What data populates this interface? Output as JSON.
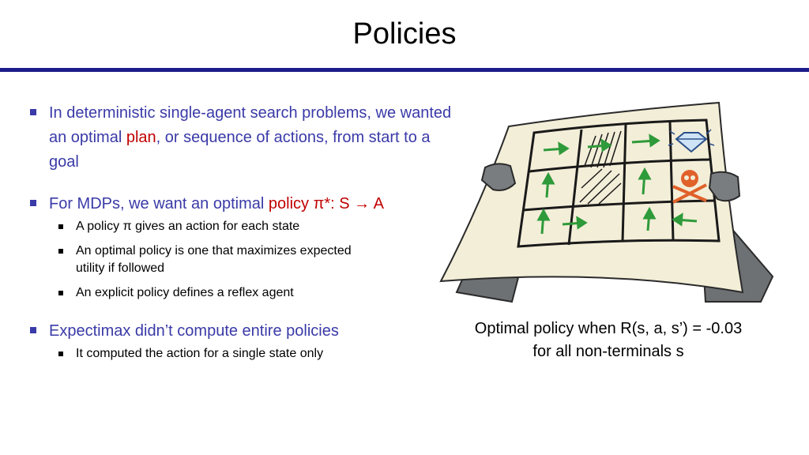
{
  "slide": {
    "title": "Policies"
  },
  "bullets": [
    {
      "pre": "In deterministic single-agent search problems, we wanted an optimal ",
      "highlight": "plan",
      "post": ", or sequence of actions, from start to a goal"
    },
    {
      "pre": "For MDPs, we want an optimal ",
      "highlight": "policy π*: S → A",
      "subs": [
        "A policy π gives an action for each state",
        "An optimal policy is one that maximizes expected utility if followed",
        "An explicit policy defines a reflex agent"
      ]
    },
    {
      "text": "Expectimax didn’t compute entire policies",
      "subs": [
        "It computed the action for a single state only"
      ]
    }
  ],
  "caption": {
    "line1": "Optimal policy when R(s, a, s’) = -0.03",
    "line2": "for all non-terminals s"
  },
  "colors": {
    "bullet_text": "#3a3aa8",
    "highlight": "#c00000",
    "title_rule": "#1c1c8c",
    "arrow": "#2e9a3a",
    "paper": "#f3eed8",
    "robot_hand": "#6e7173"
  }
}
